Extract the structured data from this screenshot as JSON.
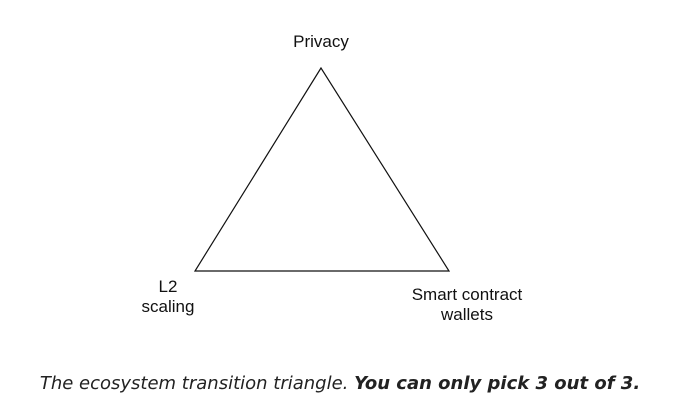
{
  "diagram": {
    "vertices": {
      "top": {
        "lines": [
          "Privacy"
        ]
      },
      "left": {
        "lines": [
          "L2",
          "scaling"
        ]
      },
      "right": {
        "lines": [
          "Smart contract",
          "wallets"
        ]
      }
    },
    "line_color": "#111111"
  },
  "caption": {
    "plain": "The ecosystem transition triangle. ",
    "emphasis": "You can only pick 3 out of 3."
  }
}
